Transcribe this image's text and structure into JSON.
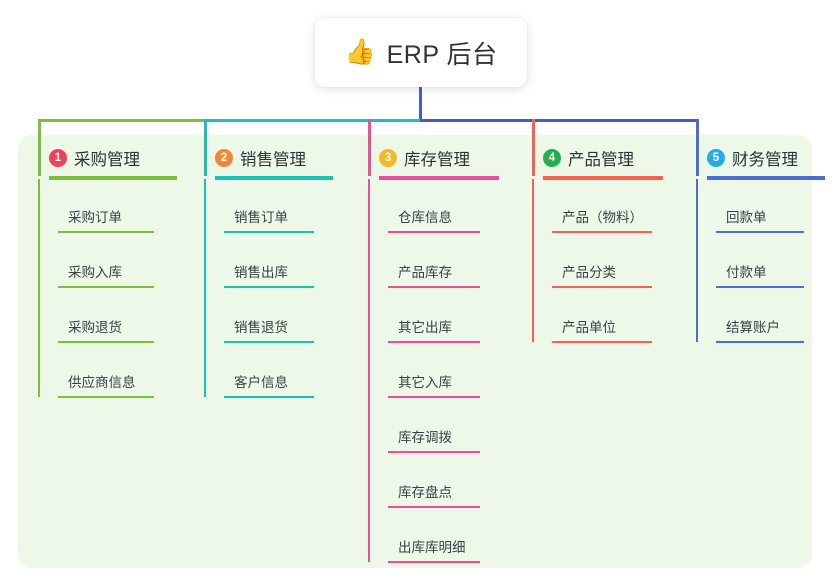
{
  "root": {
    "icon": "thumbs-up-icon",
    "emoji": "👍",
    "title": "ERP 后台",
    "stem_color": "#4a5bc4"
  },
  "panel": {
    "background": "#eef8e9"
  },
  "columns": [
    {
      "number": "1",
      "title": "采购管理",
      "badge_color": "#f0415c",
      "line_color": "#7dbe3c",
      "trunk_color": "#7dbe3c",
      "items": [
        "采购订单",
        "采购入库",
        "采购退货",
        "供应商信息"
      ]
    },
    {
      "number": "2",
      "title": "销售管理",
      "badge_color": "#f58634",
      "line_color": "#17c3b2",
      "trunk_color": "#17c3b2",
      "items": [
        "销售订单",
        "销售出库",
        "销售退货",
        "客户信息"
      ]
    },
    {
      "number": "3",
      "title": "库存管理",
      "badge_color": "#f5b924",
      "line_color": "#ee4d9b",
      "trunk_color": "#4a5bc4",
      "items": [
        "仓库信息",
        "产品库存",
        "其它出库",
        "其它入库",
        "库存调拨",
        "库存盘点",
        "出库库明细"
      ]
    },
    {
      "number": "4",
      "title": "产品管理",
      "badge_color": "#22b14c",
      "line_color": "#f9604f",
      "trunk_color": "#4a5bc4",
      "items": [
        "产品（物料）",
        "产品分类",
        "产品单位"
      ]
    },
    {
      "number": "5",
      "title": "财务管理",
      "badge_color": "#29abe2",
      "line_color": "#4a6fd4",
      "trunk_color": "#4a5bc4",
      "items": [
        "回款单",
        "付款单",
        "结算账户"
      ]
    }
  ]
}
